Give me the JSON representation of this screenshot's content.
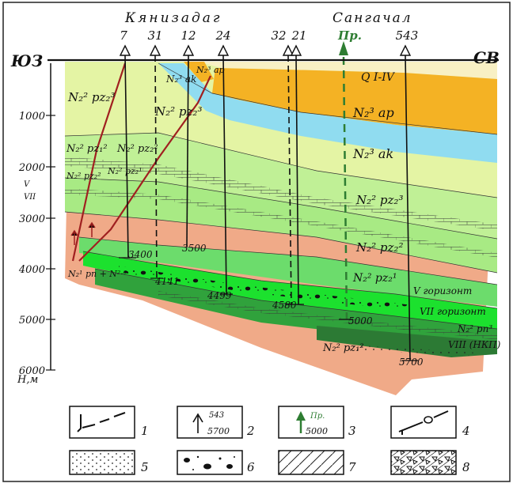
{
  "area_labels": {
    "left": "Кянизадаг",
    "right": "Сангачал"
  },
  "directions": {
    "left": "ЮЗ",
    "right": "СВ"
  },
  "wells": [
    {
      "id": "7",
      "proposed": false
    },
    {
      "id": "31",
      "proposed": false
    },
    {
      "id": "12",
      "proposed": false
    },
    {
      "id": "24",
      "proposed": false
    },
    {
      "id": "32",
      "proposed": false
    },
    {
      "id": "21",
      "proposed": false
    },
    {
      "id": "Пр.",
      "proposed": true,
      "color": "#2e7d32"
    },
    {
      "id": "543",
      "proposed": false
    }
  ],
  "depth_axis": {
    "unit_label": "Н,м",
    "ticks": [
      "1000",
      "2000",
      "3000",
      "4000",
      "5000",
      "6000"
    ]
  },
  "horizon_marks": [
    "V",
    "VII"
  ],
  "strata_labels": [
    "Q I-IV",
    "N₂³ ap",
    "N₂³ ak",
    "N₂³ ak",
    "N₂² pz₂³",
    "N₂² pz₂³",
    "N₂² pz₂³",
    "N₂² pz₁²",
    "N₂² pz₂²",
    "N₂² pz₂²",
    "N₂² pz₂¹",
    "N₂² pz₂²",
    "N₂² pz₂¹",
    "N₂³ ap",
    "N₂¹ pп + N²·³",
    "N₂² pz₁²",
    "N₂² pп³"
  ],
  "horizon_labels": [
    "V горизонт",
    "VII горизонт",
    "VIII (НКП)"
  ],
  "depth_marks": [
    "3500",
    "3400",
    "4141",
    "4499",
    "4580",
    "5000",
    "5700"
  ],
  "legend": [
    {
      "num": "1",
      "symbol": "fault"
    },
    {
      "num": "2",
      "symbol": "well",
      "top": "543",
      "bottom": "5700"
    },
    {
      "num": "3",
      "symbol": "proposed-well",
      "top": "Пр.",
      "bottom": "5000"
    },
    {
      "num": "4",
      "symbol": "fault-displacement"
    },
    {
      "num": "5",
      "symbol": "sand"
    },
    {
      "num": "6",
      "symbol": "conglomerate"
    },
    {
      "num": "7",
      "symbol": "clay-hatch"
    },
    {
      "num": "8",
      "symbol": "breccia"
    }
  ],
  "colors": {
    "quaternary": "#f8f0c4",
    "apsheron": "#f4b224",
    "akchagyl": "#90dcf0",
    "upper_pliocene": "#e4f4a4",
    "light_green": "#c0f096",
    "green": "#6cdc6c",
    "bright_green": "#1ce12e",
    "dark_green": "#30a23c",
    "basement": "#f0aa88",
    "fault": "#a02020"
  }
}
